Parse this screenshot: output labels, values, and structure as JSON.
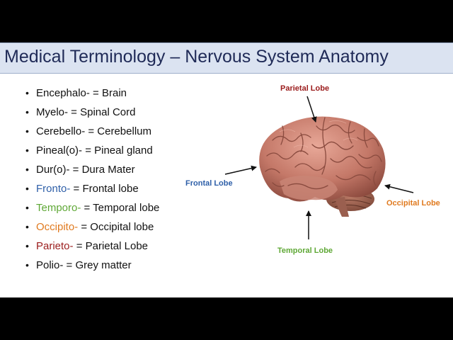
{
  "title": "Medical Terminology – Nervous System Anatomy",
  "terms": [
    {
      "prefix": "Encephalo-",
      "rest": " = Brain",
      "color": "#111111"
    },
    {
      "prefix": "Myelo-",
      "rest": " = Spinal Cord",
      "color": "#111111"
    },
    {
      "prefix": "Cerebello-",
      "rest": " = Cerebellum",
      "color": "#111111"
    },
    {
      "prefix": "Pineal(o)-",
      "rest": " = Pineal gland",
      "color": "#111111"
    },
    {
      "prefix": "Dur(o)-",
      "rest": " = Dura Mater",
      "color": "#111111"
    },
    {
      "prefix": "Fronto-",
      "rest": " = Frontal lobe",
      "color": "#2e5fa8"
    },
    {
      "prefix": "Temporo-",
      "rest": " = Temporal lobe",
      "color": "#5fa836"
    },
    {
      "prefix": "Occipito-",
      "rest": " = Occipital lobe",
      "color": "#e07a1f"
    },
    {
      "prefix": "Parieto-",
      "rest": " =  Parietal Lobe",
      "color": "#9b1c1c"
    },
    {
      "prefix": "Polio-",
      "rest": " = Grey matter",
      "color": "#111111"
    }
  ],
  "labels": {
    "parietal": {
      "text": "Parietal Lobe",
      "color": "#9b1c1c"
    },
    "frontal": {
      "text": "Frontal Lobe",
      "color": "#2e5fa8"
    },
    "occipital": {
      "text": "Occipital Lobe",
      "color": "#e07a1f"
    },
    "temporal": {
      "text": "Temporal Lobe",
      "color": "#5fa836"
    }
  },
  "icons": {
    "brain": "brain-illustration"
  }
}
